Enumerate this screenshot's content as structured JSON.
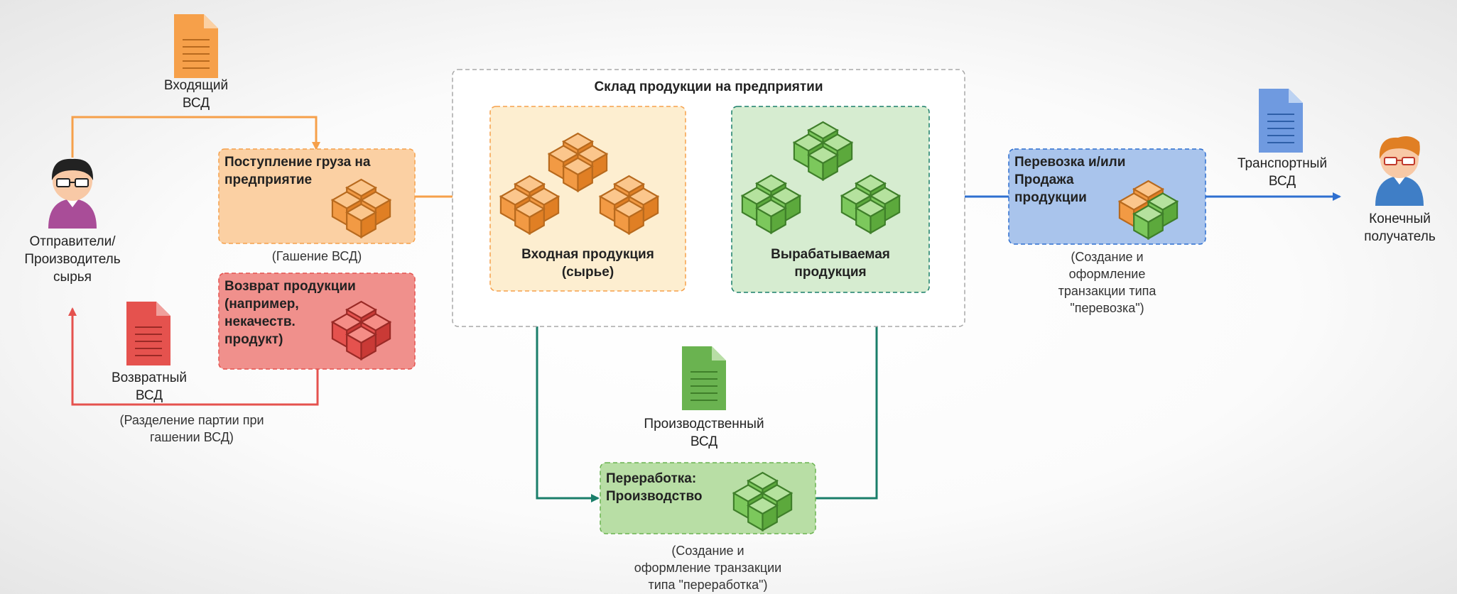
{
  "colors": {
    "orange": "#f6a04a",
    "orange_fill": "#fbd0a3",
    "red": "#e5524e",
    "red_fill": "#f0908c",
    "green": "#6ab350",
    "green_fill": "#b8dea5",
    "teal": "#1a7e6a",
    "blue": "#2e6fd0",
    "blue_fill": "#a9c4ec"
  },
  "labels": {
    "incoming_vsd": "Входящий\nВСД",
    "return_vsd": "Возвратный\nВСД",
    "production_vsd": "Производственный\nВСД",
    "transport_vsd": "Транспортный\nВСД",
    "sender": "Отправители/\nПроизводитель\nсырья",
    "recipient": "Конечный\nполучатель"
  },
  "boxes": {
    "receipt": "Поступление груза на\nпредприятие",
    "return": "Возврат продукции\n(например,\nнекачеств.\nпродукт)",
    "processing": "Переработка:\nПроизводство",
    "transport": "Перевозка и/или\nПродажа\nпродукции"
  },
  "warehouse": {
    "title": "Склад продукции на предприятии",
    "input": "Входная продукция\n(сырье)",
    "output": "Вырабатываемая\nпродукция"
  },
  "captions": {
    "receipt": "(Гашение ВСД)",
    "return": "(Разделение партии при\nгашении ВСД)",
    "processing": "(Создание и\nоформление транзакции\nтипа \"переработка\")",
    "transport": "(Создание и\nоформление\nтранзакции типа\n\"перевозка\")"
  }
}
